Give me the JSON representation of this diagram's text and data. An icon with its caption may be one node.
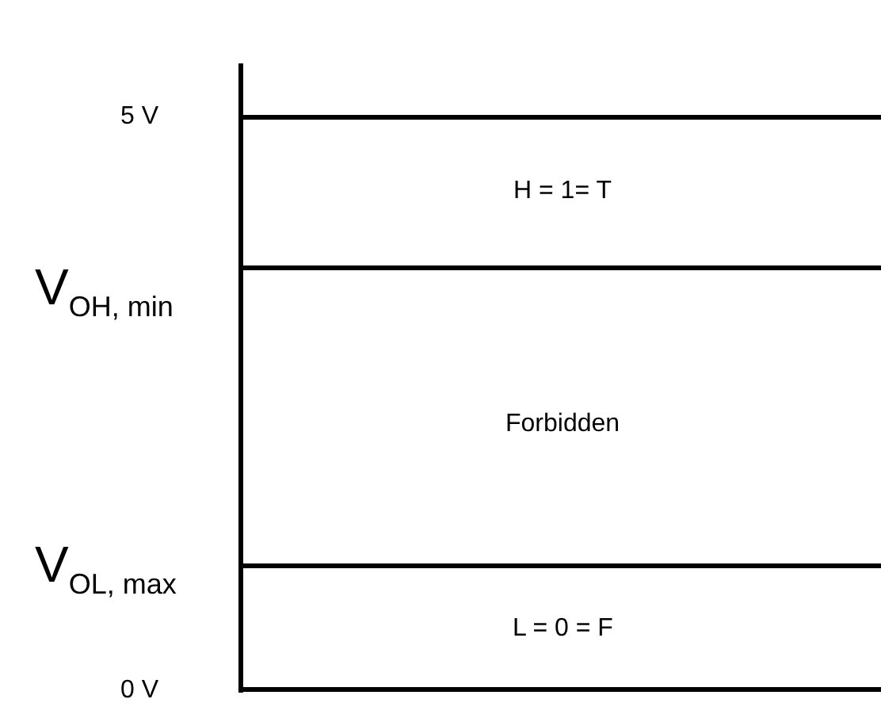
{
  "diagram": {
    "labels": [
      "5 V",
      "H = 1= T",
      "V$_{OH, min}$",
      "Forbidden",
      "V$_{OL, max}$",
      "L = 0 = F",
      "0 V"
    ]
  }
}
